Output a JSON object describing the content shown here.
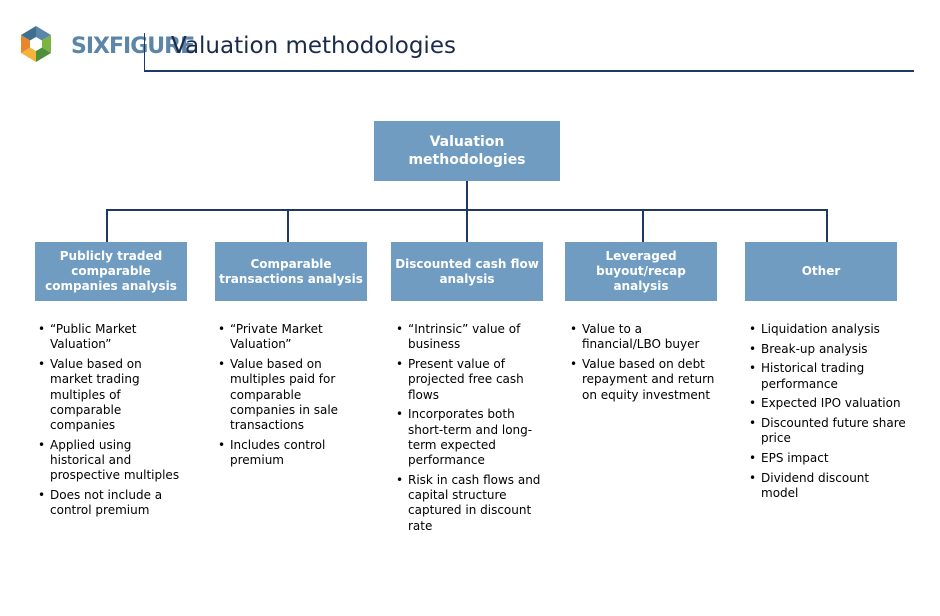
{
  "header": {
    "logo_text": "SIXFIGURE",
    "title": "Valuation methodologies"
  },
  "colors": {
    "box_fill": "#6f9cc0",
    "box_text": "#ffffff",
    "connector": "#1f3864",
    "title_text": "#1a2a4a"
  },
  "root": {
    "label": "Valuation methodologies"
  },
  "categories": [
    {
      "label": "Publicly traded comparable companies analysis",
      "bullets": [
        "“Public Market Valuation”",
        "Value based on market trading multiples of comparable companies",
        "Applied using historical and prospective multiples",
        "Does not include a control premium"
      ]
    },
    {
      "label": "Comparable transactions analysis",
      "bullets": [
        "“Private Market Valuation”",
        "Value based on multiples paid for comparable companies in sale transactions",
        "Includes control premium"
      ]
    },
    {
      "label": "Discounted cash flow analysis",
      "bullets": [
        "“Intrinsic” value of business",
        "Present value of projected free cash flows",
        "Incorporates both short-term and long-term expected performance",
        "Risk in cash flows and capital structure captured in discount rate"
      ]
    },
    {
      "label": "Leveraged buyout/recap analysis",
      "bullets": [
        "Value to a financial/LBO buyer",
        "Value based on debt repayment and return on equity investment"
      ]
    },
    {
      "label": "Other",
      "bullets": [
        "Liquidation analysis",
        "Break-up analysis",
        "Historical trading performance",
        "Expected IPO valuation",
        "Discounted future share price",
        "EPS impact",
        "Dividend discount model"
      ]
    }
  ]
}
